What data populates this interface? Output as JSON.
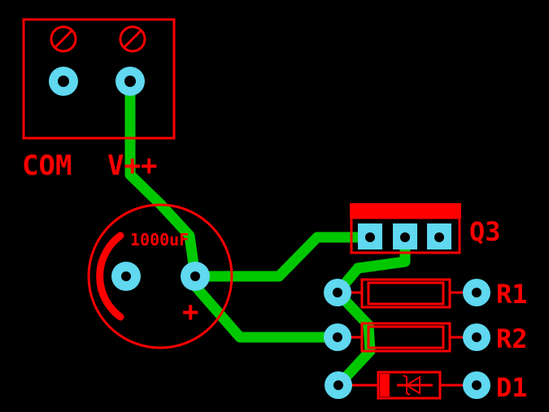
{
  "connector": {
    "label_com": "COM",
    "label_vpp": "V++"
  },
  "capacitor": {
    "value": "1000uF",
    "polarity": "+"
  },
  "components": {
    "q3": "Q3",
    "r1": "R1",
    "r2": "R2",
    "d1": "D1"
  },
  "colors": {
    "background": "#000000",
    "silkscreen": "#ff0000",
    "trace": "#00c800",
    "pad": "#5fd8f0"
  }
}
